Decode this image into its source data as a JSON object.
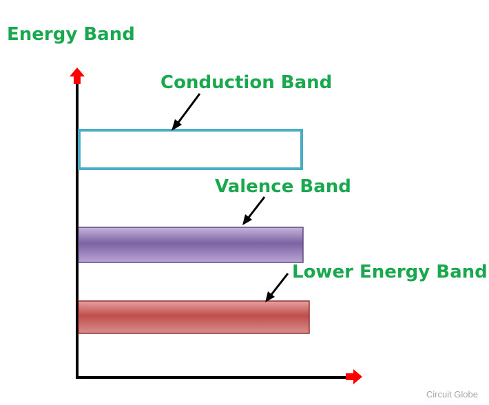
{
  "diagram": {
    "title": "Energy Band",
    "bands": {
      "conduction": "Conduction Band",
      "valence": "Valence Band",
      "lower": "Lower Energy Band"
    },
    "watermark": "Circuit Globe"
  },
  "colors": {
    "label_green": "#1aa84f",
    "conduction_outline": "#4bacc6",
    "valence_fill": "#8064a2",
    "lower_fill": "#c0504d",
    "axis": "#000000",
    "axis_arrowhead": "#ff0000",
    "watermark": "#a6a6a6"
  }
}
